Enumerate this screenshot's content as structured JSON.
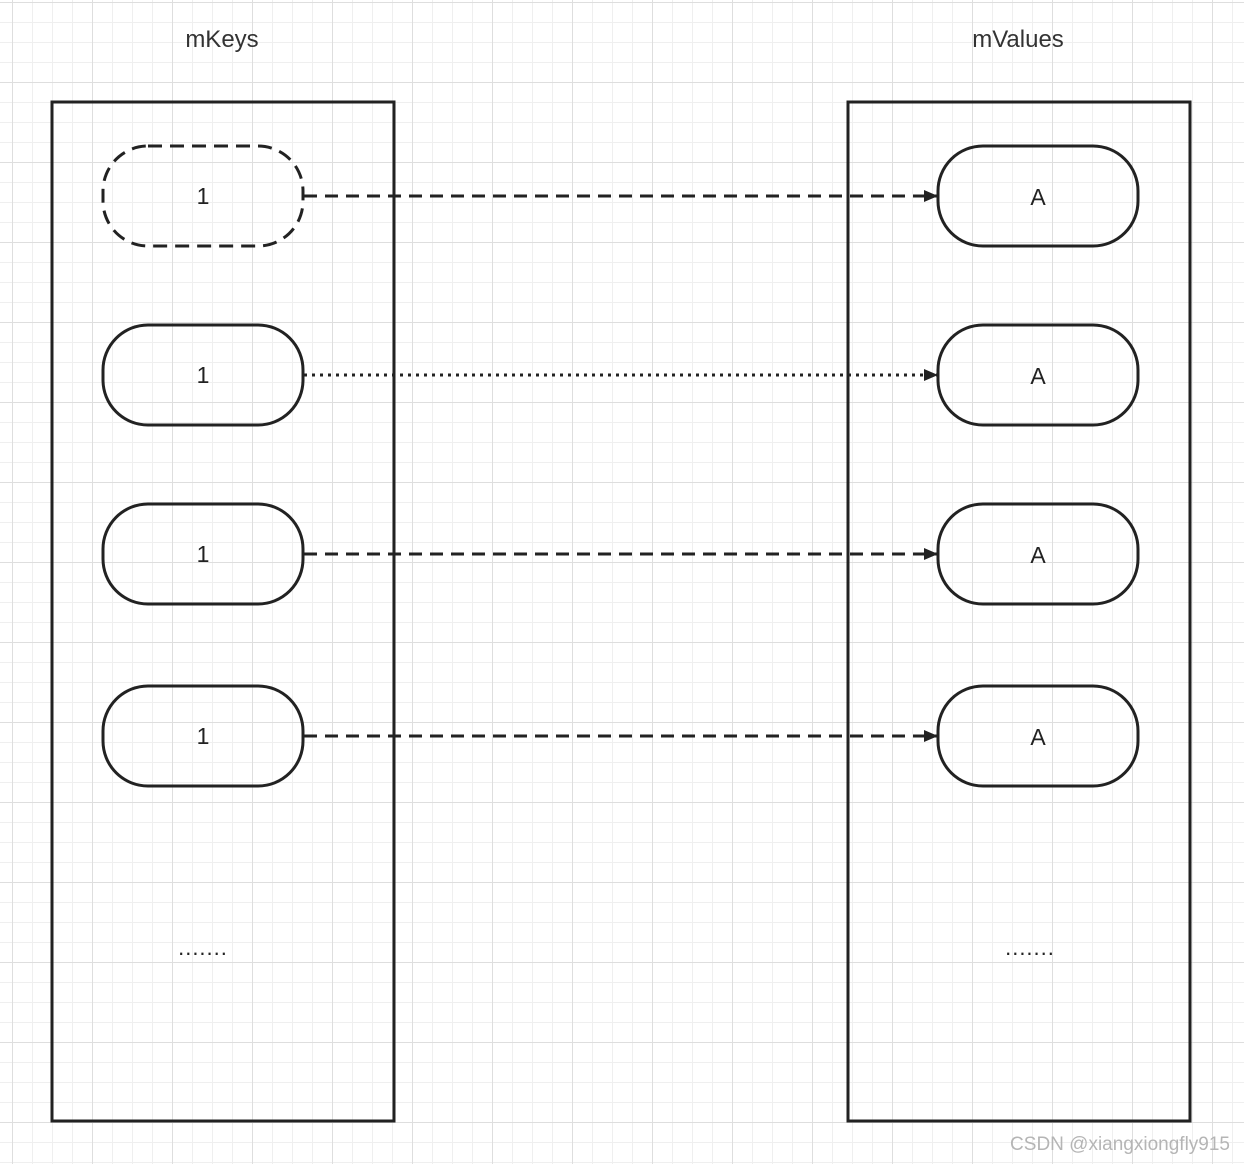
{
  "headings": {
    "keys": "mKeys",
    "values": "mValues"
  },
  "keys": [
    {
      "label": "1",
      "border": "dashed"
    },
    {
      "label": "1",
      "border": "solid"
    },
    {
      "label": "1",
      "border": "solid"
    },
    {
      "label": "1",
      "border": "solid"
    }
  ],
  "values": [
    {
      "label": "A"
    },
    {
      "label": "A"
    },
    {
      "label": "A"
    },
    {
      "label": "A"
    }
  ],
  "links": [
    {
      "style": "dashed"
    },
    {
      "style": "dotted"
    },
    {
      "style": "dashed"
    },
    {
      "style": "dashed"
    }
  ],
  "ellipsis": {
    "keys": ".......",
    "values": "......."
  },
  "watermark": "CSDN @xiangxiongfly915",
  "colors": {
    "stroke": "#222222",
    "grid": "#dedede",
    "watermark": "#b5b5b5"
  }
}
